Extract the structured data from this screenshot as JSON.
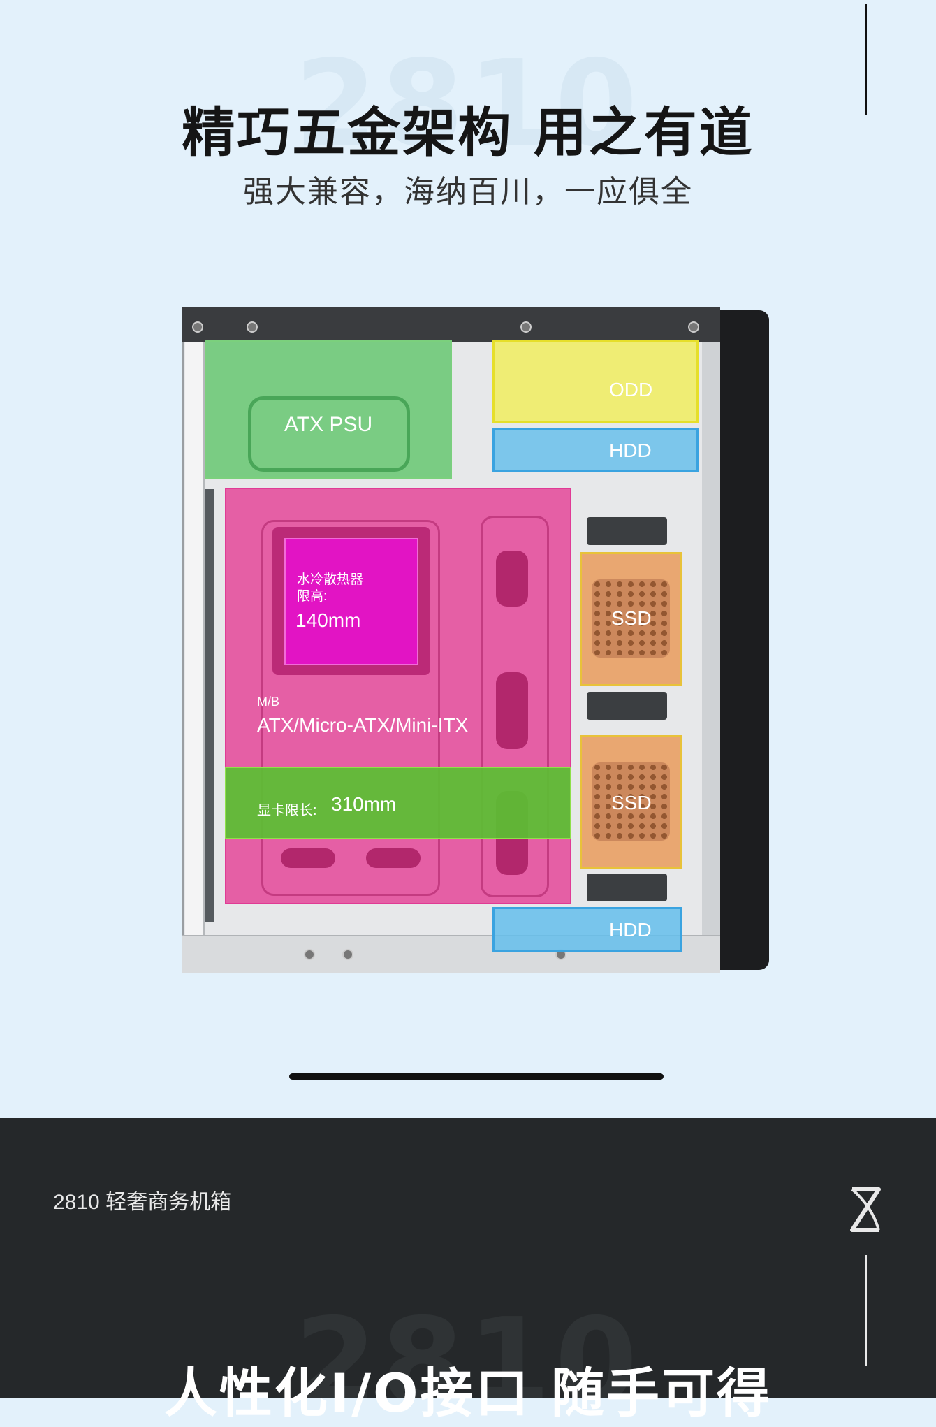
{
  "watermark_top": "2810",
  "headline": "精巧五金架构 用之有道",
  "subheadline": "强大兼容，海纳百川，一应俱全",
  "zones": {
    "psu": "ATX PSU",
    "odd": "ODD",
    "hdd_top": "HDD",
    "cooler_title": "水冷散热器",
    "cooler_limit_label": "限高:",
    "cooler_limit_value": "140mm",
    "mb_prefix": "M/B",
    "mb_formats": "ATX/Micro-ATX/Mini-ITX",
    "gpu_label": "显卡限长:",
    "gpu_value": "310mm",
    "ssd_1": "SSD",
    "ssd_2": "SSD",
    "hdd_bottom": "HDD"
  },
  "footer": {
    "model": "2810 轻奢商务机箱",
    "watermark": "2810",
    "headline": "人性化I/O接口 随手可得"
  },
  "colors": {
    "page_bg": "#e3f1fb",
    "footer_bg": "#25282a",
    "psu_zone": "#56c360",
    "odd_zone": "#f0ee5a",
    "hdd_zone": "#64beec",
    "mb_zone": "#e54b9b",
    "cooler_zone": "#e214c4",
    "gpu_zone": "#5ac032",
    "ssd_zone": "#e9a064"
  }
}
